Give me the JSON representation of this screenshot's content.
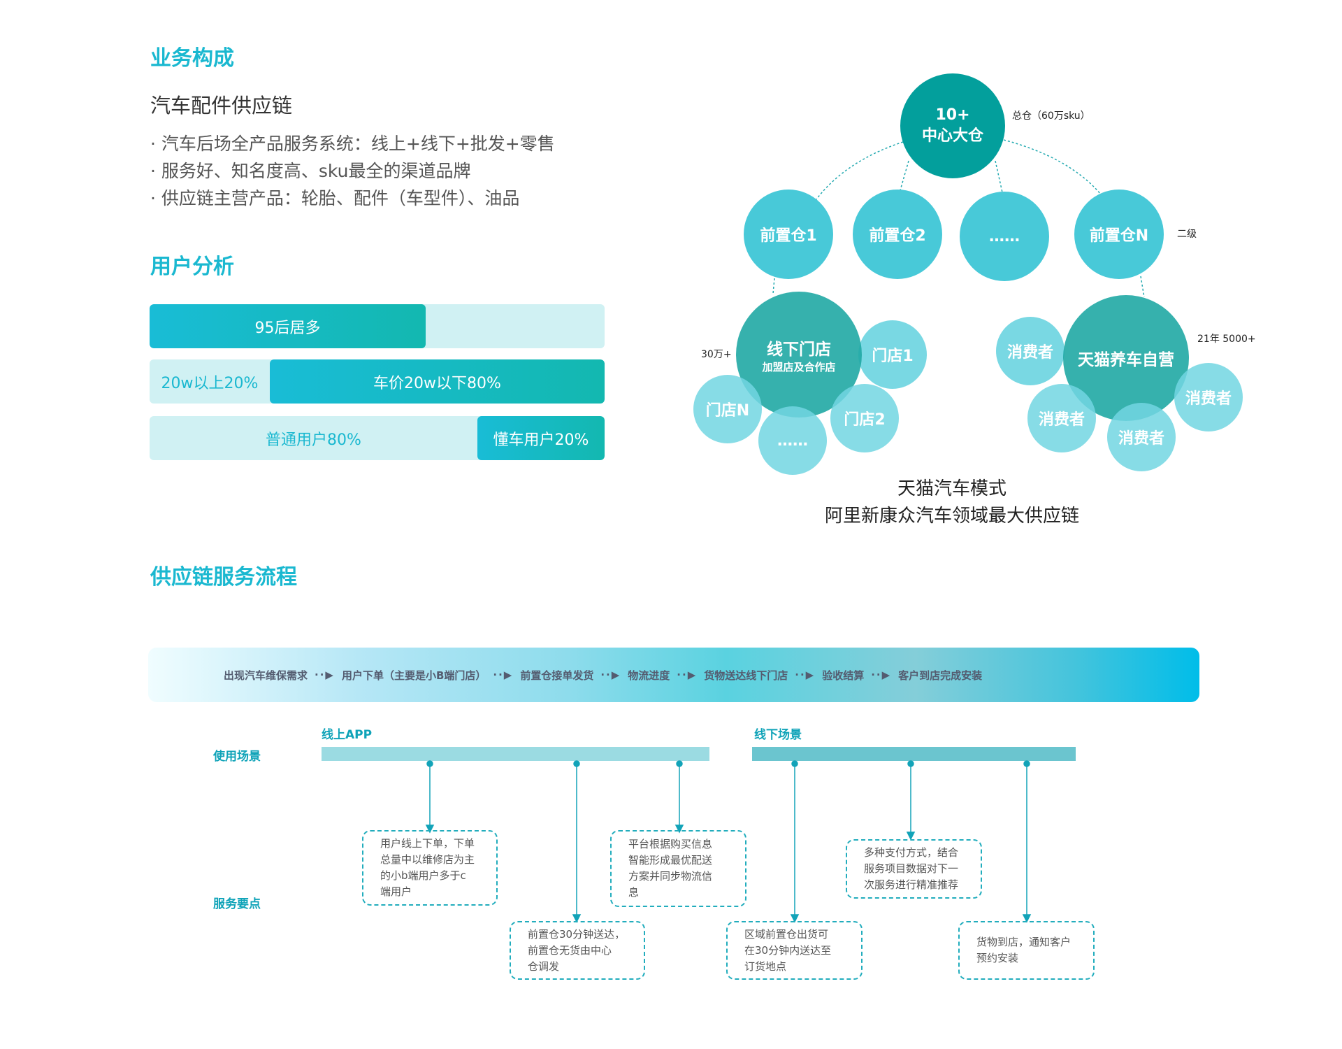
{
  "business": {
    "heading": "业务构成",
    "title": "汽车配件供应链",
    "bullets": [
      "· 汽车后场全产品服务系统：线上+线下+批发+零售",
      "· 服务好、知名度高、sku最全的渠道品牌",
      "· 供应链主营产品：轮胎、配件（车型件）、油品"
    ]
  },
  "users": {
    "heading": "用户分析",
    "bars": [
      {
        "fill": "95后居多",
        "rest": ""
      },
      {
        "rest": "20w以上20%",
        "fill": "车价20w以下80%"
      },
      {
        "rest": "普通用户80%",
        "fill": "懂车用户20%"
      }
    ]
  },
  "model": {
    "center": {
      "line1": "10+",
      "line2": "中心大仓",
      "note": "总仓（60万sku）"
    },
    "level2": [
      "前置仓1",
      "前置仓2",
      "……",
      "前置仓N"
    ],
    "level2_note": "二级",
    "offline": {
      "title": "线下门店",
      "subtitle": "加盟店及合作店",
      "note": "30万+",
      "stores": [
        "门店1",
        "门店N",
        "……",
        "门店2"
      ]
    },
    "tmall": {
      "title": "天猫养车自营",
      "note": "21年 5000+",
      "consumers": [
        "消费者",
        "消费者",
        "消费者",
        "消费者"
      ]
    },
    "caption": [
      "天猫汽车模式",
      "阿里新康众汽车领域最大供应链"
    ]
  },
  "flow": {
    "heading": "供应链服务流程",
    "arrow": "··▶",
    "steps": [
      "出现汽车维保需求",
      "用户下单（主要是小B端门店）",
      "前置仓接单发货",
      "物流进度",
      "货物送达线下门店",
      "验收结算",
      "客户到店完成安装"
    ],
    "row_labels": {
      "scene": "使用场景",
      "points": "服务要点"
    },
    "online_label": "线上APP",
    "offline_label": "线下场景",
    "boxes": [
      [
        "用户线上下单，下单",
        "总量中以维修店为主",
        "的小b端用户多于c",
        "端用户"
      ],
      [
        "前置仓30分钟送达，",
        "前置仓无货由中心",
        "仓调发"
      ],
      [
        "平台根据购买信息",
        "智能形成最优配送",
        "方案并同步物流信",
        "息"
      ],
      [
        "区域前置仓出货可",
        "在30分钟内送达至",
        "订货地点"
      ],
      [
        "多种支付方式，结合",
        "服务项目数据对下一",
        "次服务进行精准推荐"
      ],
      [
        "货物到店，通知客户",
        "预约安装"
      ]
    ]
  },
  "colors": {
    "accent": "#1ab8d0",
    "center": "#039f9c",
    "level2": "#48c9d8",
    "level3": "#72d6e2"
  }
}
